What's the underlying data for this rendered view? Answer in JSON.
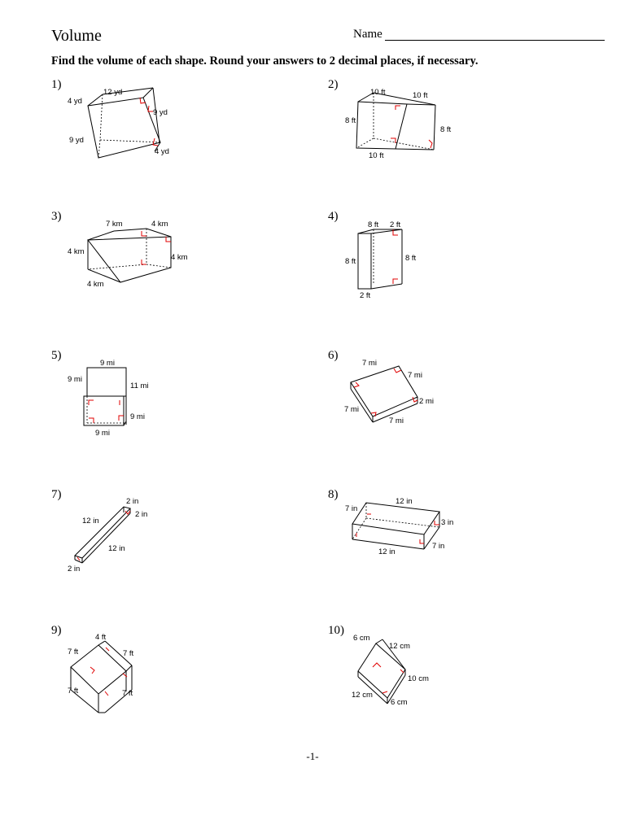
{
  "header": {
    "title": "Volume",
    "name_label": "Name"
  },
  "instructions": "Find the volume of each shape. Round your answers to 2 decimal places, if necessary.",
  "problems": [
    {
      "number": "1)",
      "labels": [
        "12 yd",
        "4 yd",
        "9 yd",
        "9 yd",
        "4 yd"
      ]
    },
    {
      "number": "2)",
      "labels": [
        "10 ft",
        "10 ft",
        "8 ft",
        "8 ft",
        "10 ft"
      ]
    },
    {
      "number": "3)",
      "labels": [
        "7 km",
        "4 km",
        "4 km",
        "4 km",
        "4 km"
      ]
    },
    {
      "number": "4)",
      "labels": [
        "8 ft",
        "2 ft",
        "8 ft",
        "8 ft",
        "2 ft"
      ]
    },
    {
      "number": "5)",
      "labels": [
        "9 mi",
        "9 mi",
        "11 mi",
        "9 mi",
        "9 mi"
      ]
    },
    {
      "number": "6)",
      "labels": [
        "7 mi",
        "7 mi",
        "7 mi",
        "2 mi",
        "7 mi"
      ]
    },
    {
      "number": "7)",
      "labels": [
        "2 in",
        "12 in",
        "2 in",
        "12 in",
        "2 in"
      ]
    },
    {
      "number": "8)",
      "labels": [
        "12 in",
        "7 in",
        "3 in",
        "7 in",
        "12 in"
      ]
    },
    {
      "number": "9)",
      "labels": [
        "4 ft",
        "7 ft",
        "7 ft",
        "7 ft",
        "7 ft"
      ]
    },
    {
      "number": "10)",
      "labels": [
        "6 cm",
        "12 cm",
        "10 cm",
        "12 cm",
        "6 cm"
      ]
    }
  ],
  "footer": "-1-"
}
